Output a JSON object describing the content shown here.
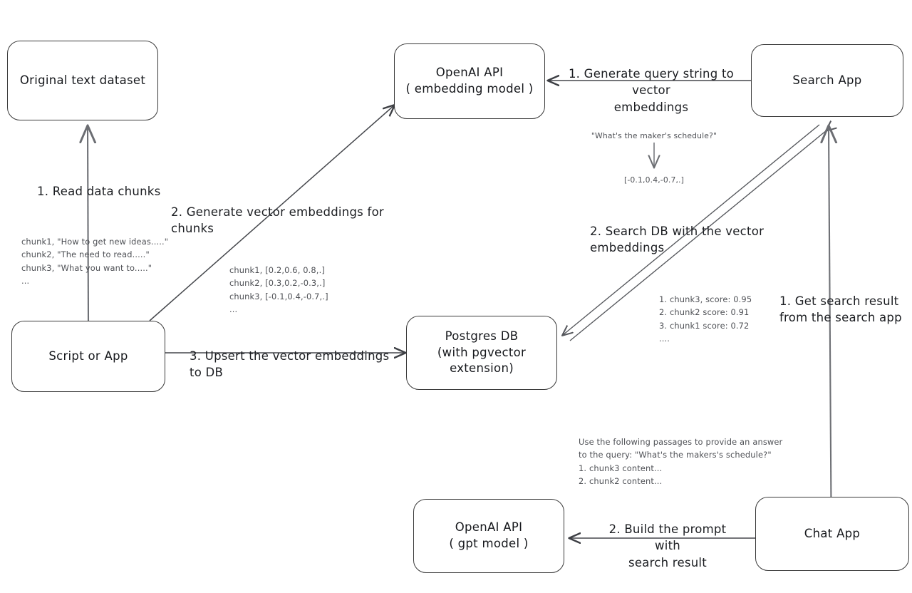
{
  "diagram": {
    "title": "Vector search and RAG architecture flow",
    "background": "#ffffff",
    "stroke_color": "#3a3a3a",
    "text_color": "#16181c",
    "note_color": "#4e5055"
  },
  "nodes": {
    "original_dataset": {
      "line1": "Original text dataset"
    },
    "script_or_app": {
      "line1": "Script or App"
    },
    "openai_embedding": {
      "line1": "OpenAI API",
      "line2": "( embedding model )"
    },
    "postgres_db": {
      "line1": "Postgres DB",
      "line2": "(with pgvector extension)"
    },
    "search_app": {
      "line1": "Search App"
    },
    "chat_app": {
      "line1": "Chat App"
    },
    "openai_gpt": {
      "line1": "OpenAI API",
      "line2": "( gpt model )"
    }
  },
  "edge_labels": {
    "read_data_chunks": "1. Read data chunks",
    "generate_vector_embeddings": "2. Generate vector embeddings for chunks",
    "upsert_to_db": "3. Upsert the vector embeddings  to DB",
    "generate_query_string": "1. Generate query string to vector\nembeddings",
    "search_db": "2. Search DB with the vector embeddings",
    "get_search_result": "1. Get search result\nfrom the search app",
    "build_prompt": "2. Build the prompt with\nsearch result"
  },
  "notes": {
    "source_chunks": "chunk1, \"How to get new ideas.....\"\nchunk2, \"The need to read.....\"\nchunk3, \"What you want to.....\"\n...",
    "chunk_embeddings": "chunk1, [0.2,0.6, 0.8,.]\nchunk2, [0.3,0.2,-0.3,.]\nchunk3, [-0.1,0.4,-0.7,.]\n...",
    "query_text": "\"What's the maker's schedule?\"",
    "query_embedding": "[-0.1,0.4,-0.7,.]",
    "search_results": "1. chunk3, score: 0.95\n2. chunk2 score: 0.91\n3. chunk1 score: 0.72\n....",
    "prompt_text": "Use the following passages to provide an answer\nto the query: \"What's the makers's schedule?\"\n1. chunk3 content...\n2. chunk2 content..."
  }
}
